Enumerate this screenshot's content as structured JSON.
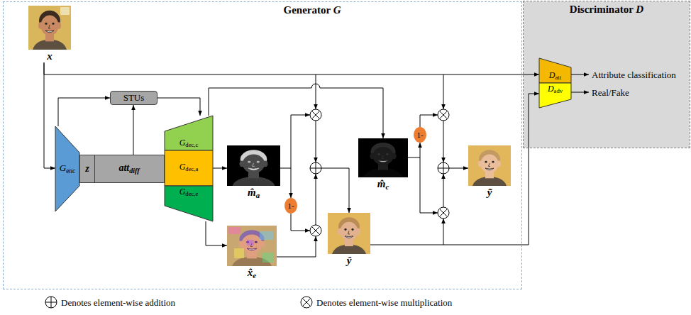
{
  "diagram": {
    "nodes": [
      {
        "text": [
          "Generator G"
        ]
      },
      {
        "text": [
          "Discriminator D"
        ]
      },
      {
        "text": [
          "x"
        ],
        "in": 0
      },
      {
        "text": [
          "Genc"
        ],
        "in": 0
      },
      {
        "text": [
          "STUs"
        ],
        "in": 0
      },
      {
        "text": [
          "z",
          "attdiff"
        ],
        "in": 0
      },
      {
        "text": [
          "Gdec,c"
        ],
        "in": 0
      },
      {
        "text": [
          "Gdec,a"
        ],
        "in": 0
      },
      {
        "text": [
          "Gdec,e"
        ],
        "in": 0
      },
      {
        "text": [
          "m̂a"
        ],
        "in": 0
      },
      {
        "text": [
          "x̂e"
        ],
        "in": 0
      },
      {
        "text": [
          "ŷ"
        ],
        "in": 0
      },
      {
        "text": [
          "m̂c"
        ],
        "in": 0
      },
      {
        "text": [
          "ỹ"
        ],
        "in": 0
      },
      {
        "text": [
          "1-"
        ],
        "in": 0
      },
      {
        "text": [
          "1-"
        ],
        "in": 0
      },
      {
        "text": [
          "Datt"
        ],
        "in": 1
      },
      {
        "text": [
          "Dadv"
        ],
        "in": 1
      }
    ],
    "edges": [
      {
        "from": 2,
        "to": 3,
        "arrow": "to"
      },
      {
        "from": 2,
        "to": 16,
        "arrow": "to"
      },
      {
        "from": 3,
        "to": 4,
        "arrow": "to"
      },
      {
        "from": 5,
        "to": 4,
        "arrow": "to"
      },
      {
        "from": 4,
        "to": 6,
        "arrow": "to"
      },
      {
        "from": 7,
        "to": 9,
        "arrow": "to"
      },
      {
        "from": 8,
        "to": 10,
        "arrow": "to"
      },
      {
        "from": 6,
        "to": 12,
        "arrow": "to"
      },
      {
        "from": 9,
        "to": 14,
        "arrow": "to"
      },
      {
        "from": 12,
        "to": 15,
        "arrow": "to"
      },
      {
        "from": 11,
        "to": 17,
        "arrow": "to"
      }
    ],
    "labels": [
      "Attribute classification",
      "Real/Fake"
    ],
    "legend": [
      {
        "text": "Denotes element-wise addition"
      },
      {
        "text": "Denotes element-wise multiplication"
      }
    ]
  }
}
